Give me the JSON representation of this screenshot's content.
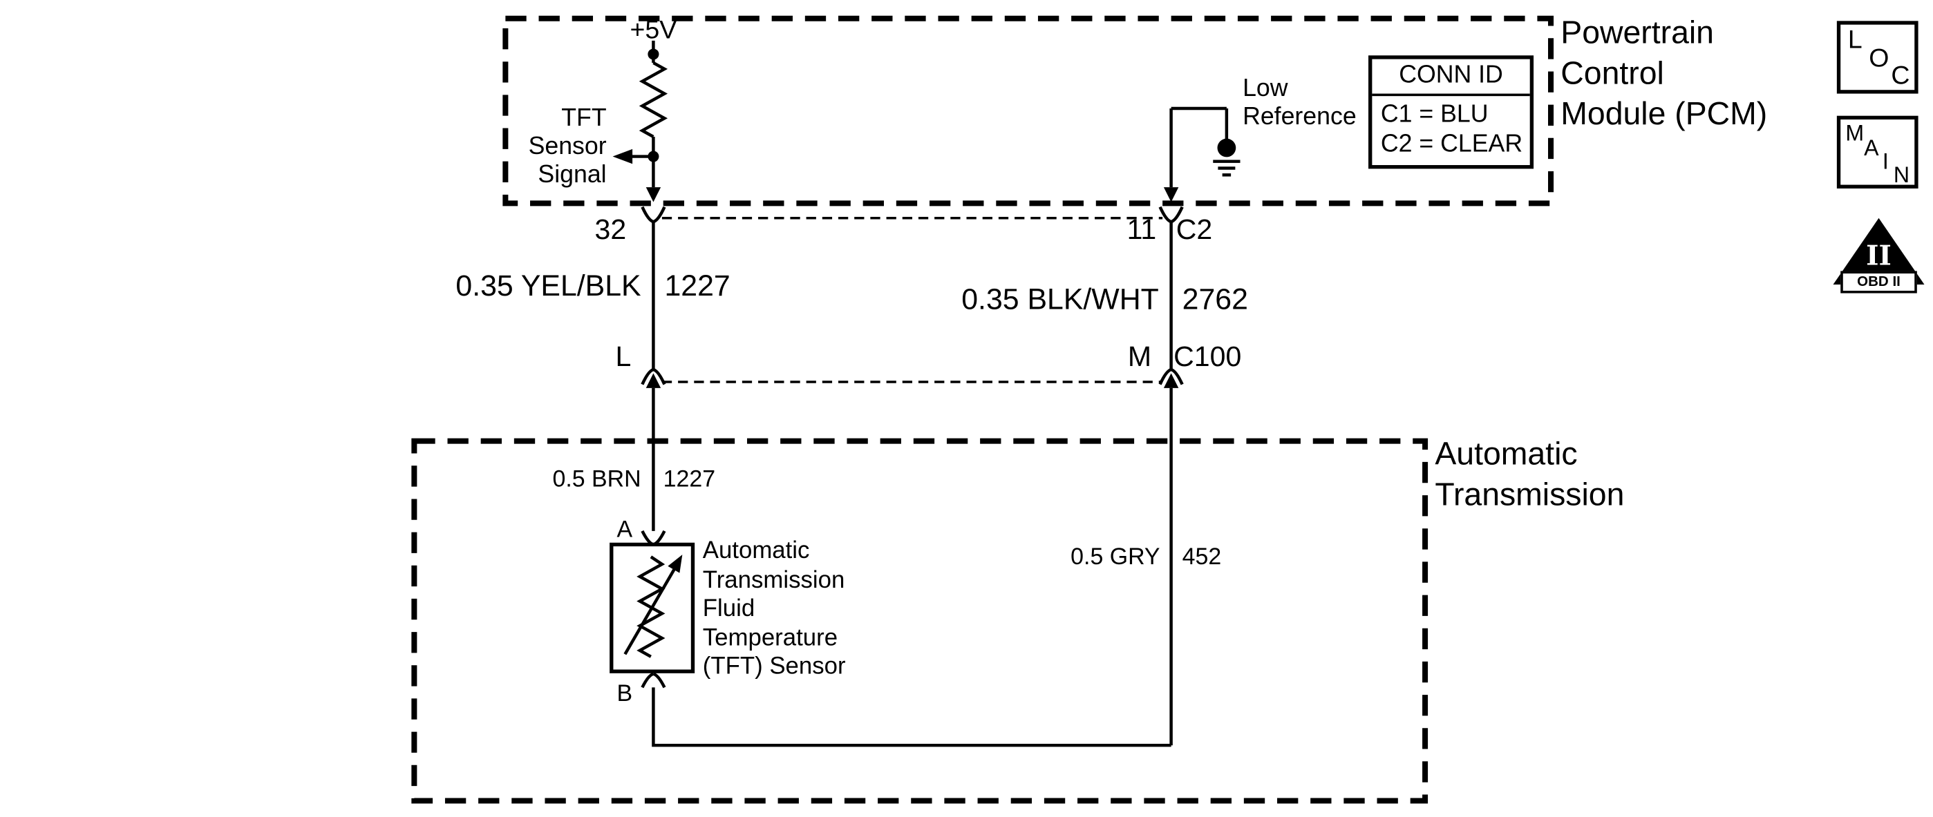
{
  "colors": {
    "ink": "#000000",
    "background": "#ffffff"
  },
  "pcm": {
    "title_lines": [
      "Powertrain",
      "Control",
      "Module (PCM)"
    ],
    "supply_label": "+5V",
    "tft_signal_lines": [
      "TFT",
      "Sensor",
      "Signal"
    ],
    "low_reference_lines": [
      "Low",
      "Reference"
    ],
    "conn_id": {
      "title": "CONN ID",
      "rows": [
        "C1 = BLU",
        "C2 = CLEAR"
      ]
    },
    "pin_left": "32",
    "pin_right": "11",
    "connector_right": "C2"
  },
  "harness": {
    "left_wire": {
      "spec": "0.35 YEL/BLK",
      "circuit": "1227"
    },
    "right_wire": {
      "spec": "0.35 BLK/WHT",
      "circuit": "2762"
    },
    "inline_connector": {
      "pin_left": "L",
      "pin_right": "M",
      "name": "C100"
    }
  },
  "transmission": {
    "title_lines": [
      "Automatic",
      "Transmission"
    ],
    "left_wire": {
      "spec": "0.5 BRN",
      "circuit": "1227"
    },
    "right_wire": {
      "spec": "0.5 GRY",
      "circuit": "452"
    },
    "sensor": {
      "pin_top": "A",
      "pin_bottom": "B",
      "label_lines": [
        "Automatic",
        "Transmission",
        "Fluid",
        "Temperature",
        "(TFT) Sensor"
      ]
    }
  },
  "badges": {
    "loc_letters": [
      "L",
      "O",
      "C"
    ],
    "main_letters": [
      "M",
      "A",
      "I",
      "N"
    ],
    "obd": {
      "numeral": "II",
      "label": "OBD II"
    }
  }
}
